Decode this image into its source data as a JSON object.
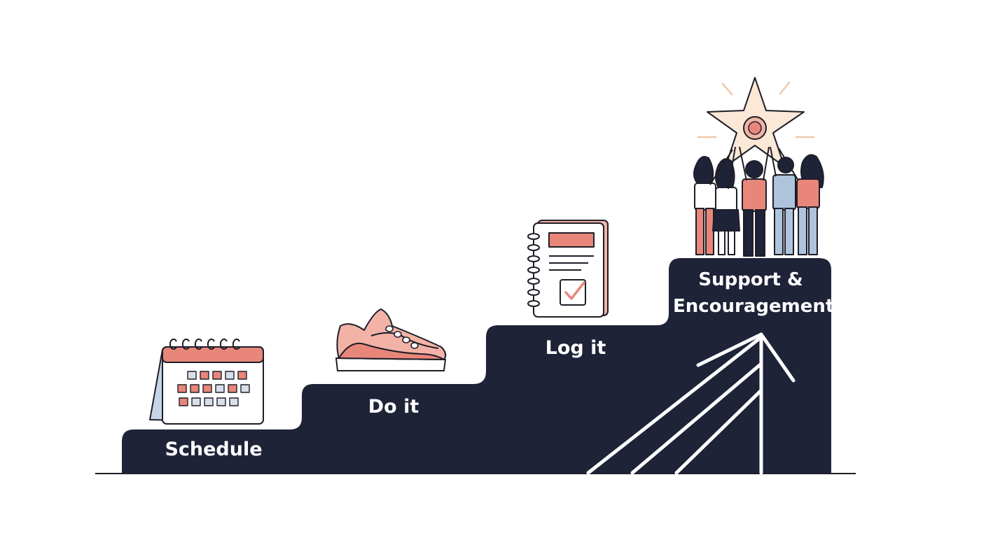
{
  "steps": [
    {
      "label": "Schedule",
      "icon": "calendar-icon"
    },
    {
      "label": "Do it",
      "icon": "sneaker-icon"
    },
    {
      "label": "Log it",
      "icon": "notebook-check-icon"
    },
    {
      "label_lines": [
        "Support &",
        "Encouragement"
      ],
      "icon": "team-star-icon"
    }
  ],
  "colors": {
    "stairs": "#1f2338",
    "accent": "#e9867a",
    "accent_light": "#f2b3a6",
    "blue": "#aec4dc",
    "star_fill": "#fbe8d7",
    "outline": "#1e1e28",
    "arrow": "#ffffff"
  }
}
